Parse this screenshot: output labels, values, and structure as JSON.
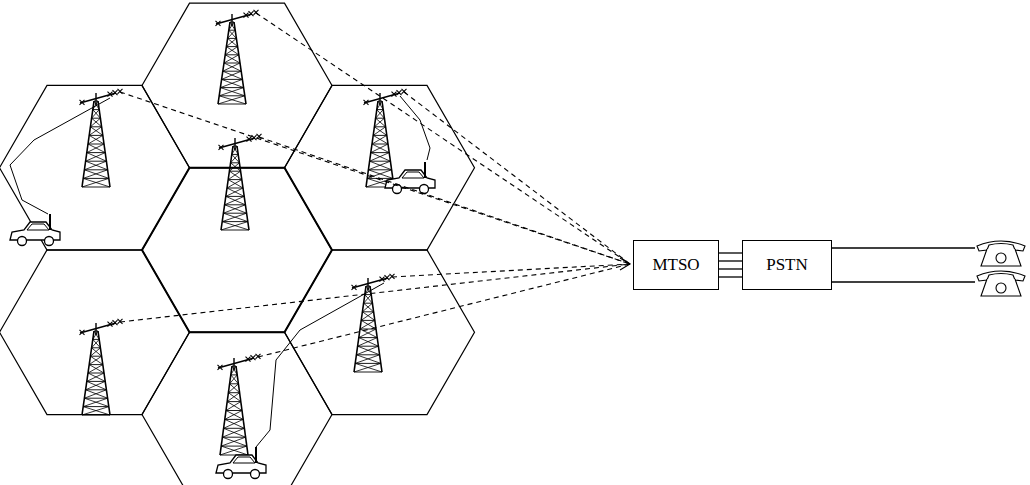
{
  "diagram": {
    "nodes": [
      {
        "text": [
          "MTSO"
        ]
      },
      {
        "text": [
          "PSTN"
        ]
      }
    ],
    "edges": [
      {
        "from": 0,
        "to": 1,
        "arrow": "none"
      },
      {
        "from": 0,
        "to": 1,
        "arrow": "none"
      },
      {
        "from": 0,
        "to": 1,
        "arrow": "none"
      },
      {
        "from": 0,
        "to": 1,
        "arrow": "none"
      }
    ]
  }
}
